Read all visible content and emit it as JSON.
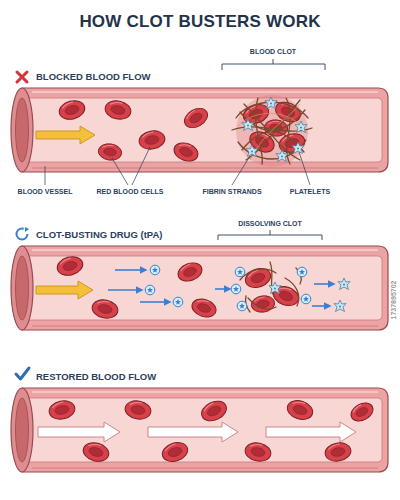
{
  "diagram": {
    "title": "HOW CLOT BUSTERS WORK",
    "nodes": [
      {
        "text": [
          "BLOCKED BLOOD FLOW"
        ]
      },
      {
        "text": [
          "CLOT-BUSTING DRUG (tPA)"
        ]
      },
      {
        "text": [
          "RESTORED BLOOD FLOW"
        ]
      }
    ],
    "labels": [
      "BLOOD CLOT",
      "BLOOD VESSEL",
      "RED BLOOD CELLS",
      "FIBRIN STRANDS",
      "PLATELETS",
      "DISSOLVING CLOT",
      "1737895702"
    ]
  }
}
